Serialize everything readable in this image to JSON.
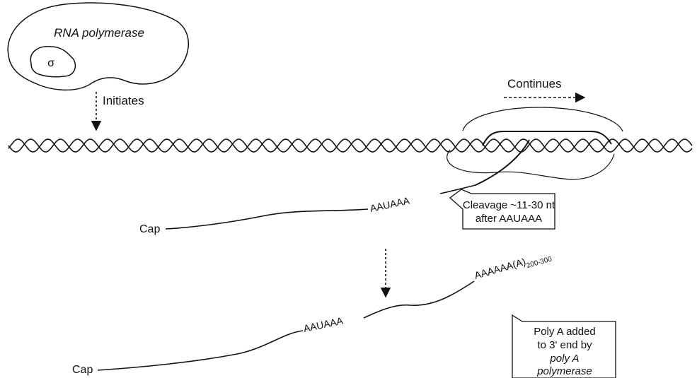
{
  "polymerase": {
    "label": "RNA polymerase",
    "sigma": "σ"
  },
  "steps": {
    "initiates": "Initiates",
    "continues": "Continues"
  },
  "transcript_top": {
    "cap": "Cap",
    "signal": "AAUAAA"
  },
  "callout_cleavage": {
    "line1": "Cleavage ~11-30 nt",
    "line2": "after AAUAAA"
  },
  "transcript_bottom": {
    "cap": "Cap",
    "signal": "AAUAAA",
    "tail": "AAAAAA(A)",
    "tail_subscript": "200-300"
  },
  "callout_polya": {
    "line1": "Poly A added",
    "line2": "to 3' end by",
    "line3": "poly A",
    "line4": "polymerase"
  }
}
